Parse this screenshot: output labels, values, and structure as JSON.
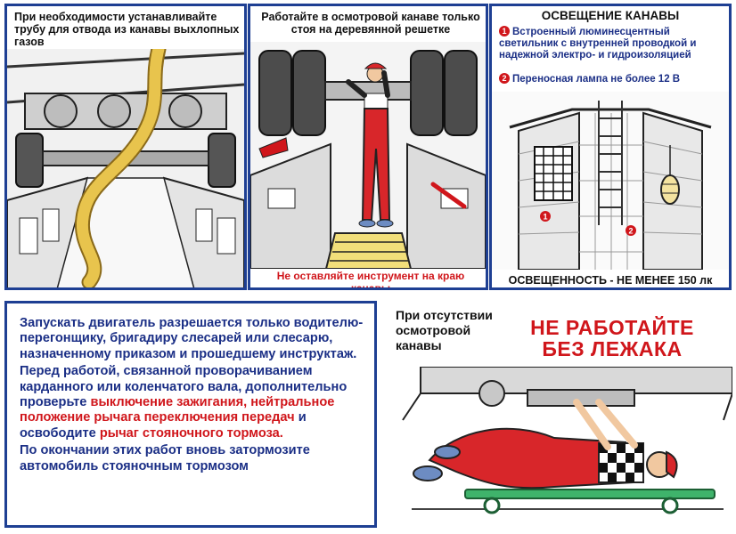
{
  "panel1": {
    "caption": "При необходимости устанавливайте трубу для отвода из канавы выхлопных газов"
  },
  "panel2": {
    "caption": "Работайте в осмотровой канаве только стоя на деревянной решетке",
    "warning": "Не оставляйте инструмент на краю канавы"
  },
  "panel3": {
    "title": "ОСВЕЩЕНИЕ КАНАВЫ",
    "item1_num": "1",
    "item1": "Встроенный люминесцентный светильник с внутренней проводкой и надежной электро- и гидроизоляцией",
    "item2_num": "2",
    "item2": "Переносная лампа не более 12 В",
    "marker1": "1",
    "marker2": "2",
    "footer": "ОСВЕЩЕННОСТЬ - НЕ МЕНЕЕ 150 лк"
  },
  "panel4": {
    "para1": "Запускать двигатель разрешается только водителю-перегонщику, бригадиру слесарей или слесарю, назначенному приказом и прошедшему инструктаж.",
    "para2_a": "Перед работой, связанной проворачиванием карданного или коленчатого вала, дополнительно проверьте ",
    "para2_red1": "выключение зажигания, нейтральное положение рычага переключения передач",
    "para2_b": " и освободите ",
    "para2_red2": "рычаг стояночного тормоза.",
    "para3": "По окончании этих работ вновь затормозите автомобиль стояночным тормозом"
  },
  "panel5": {
    "caption": "При отсутствии осмотровой канавы",
    "warning_line1": "НЕ РАБОТАЙТЕ",
    "warning_line2": "БЕЗ ЛЕЖАКА"
  },
  "colors": {
    "border_blue": "#1e3f93",
    "text_blue": "#1b2f86",
    "accent_red": "#d0161b",
    "mechanic_red": "#d8262a",
    "platform_yellow": "#f2df7a",
    "board_green": "#3fb36b"
  }
}
